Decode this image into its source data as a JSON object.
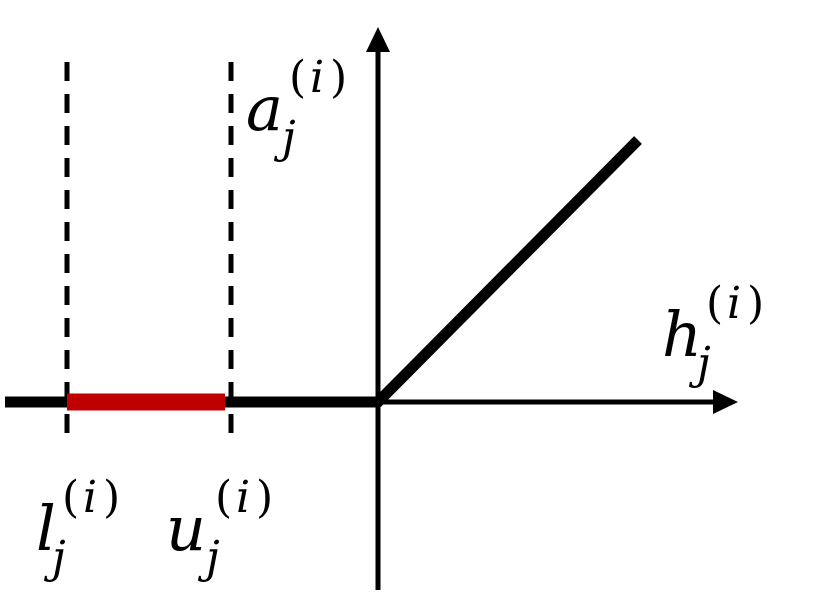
{
  "colors": {
    "axis": "#000000",
    "relu": "#000000",
    "inactive_interval": "#c00000",
    "bound_lines": "#000000",
    "background": "#ffffff"
  },
  "labels": {
    "y_axis": {
      "base": "a",
      "sub": "j",
      "sup_open": "(",
      "sup_var": "i",
      "sup_close": ")"
    },
    "x_axis": {
      "base": "h",
      "sub": "j",
      "sup_open": "(",
      "sup_var": "i",
      "sup_close": ")"
    },
    "lower_bound": {
      "base": "l",
      "sub": "j",
      "sup_open": "(",
      "sup_var": "i",
      "sup_close": ")"
    },
    "upper_bound": {
      "base": "u",
      "sub": "j",
      "sup_open": "(",
      "sup_var": "i",
      "sup_close": ")"
    }
  },
  "elements": {
    "x_axis": "horizontal axis with arrow",
    "y_axis": "vertical axis with arrow",
    "relu_curve": "ReLU function graph",
    "lower_bound_line": "dashed vertical line",
    "upper_bound_line": "dashed vertical line",
    "inactive_interval": "red segment"
  }
}
